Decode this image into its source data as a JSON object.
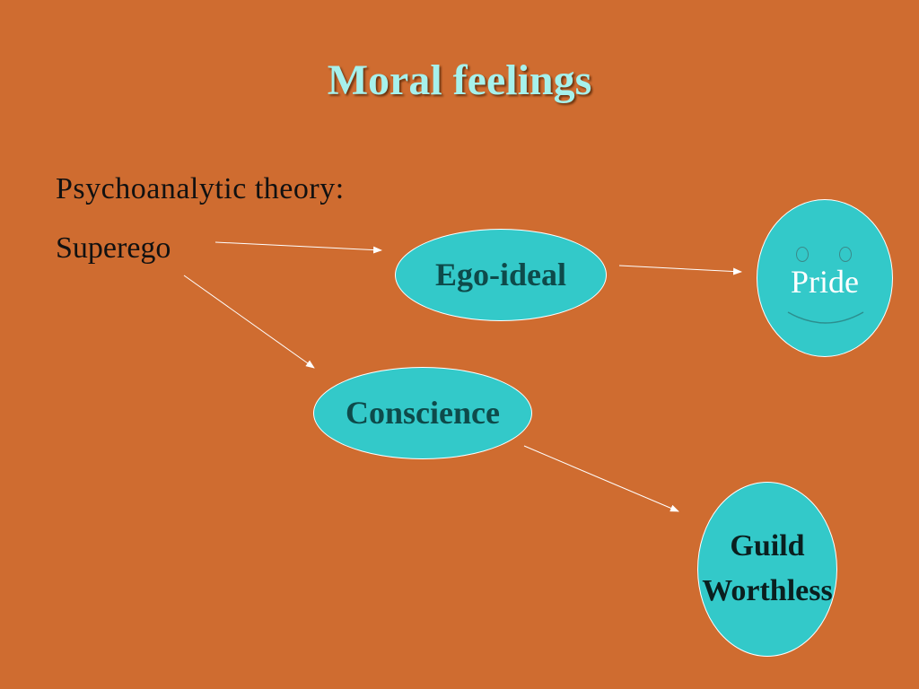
{
  "slide": {
    "title": "Moral feelings",
    "lines": [
      "Psychoanalytic theory:",
      "Superego"
    ]
  },
  "nodes": {
    "ego_ideal": "Ego-ideal",
    "conscience": "Conscience",
    "pride": "Pride",
    "guild_line1": "Guild",
    "guild_line2": "Worthless"
  },
  "colors": {
    "background": "#CF6C30",
    "node_fill": "#33C9C9",
    "title": "#A6F1EC",
    "node_text": "#0E4A4A",
    "arrow": "#FFFFFF"
  }
}
